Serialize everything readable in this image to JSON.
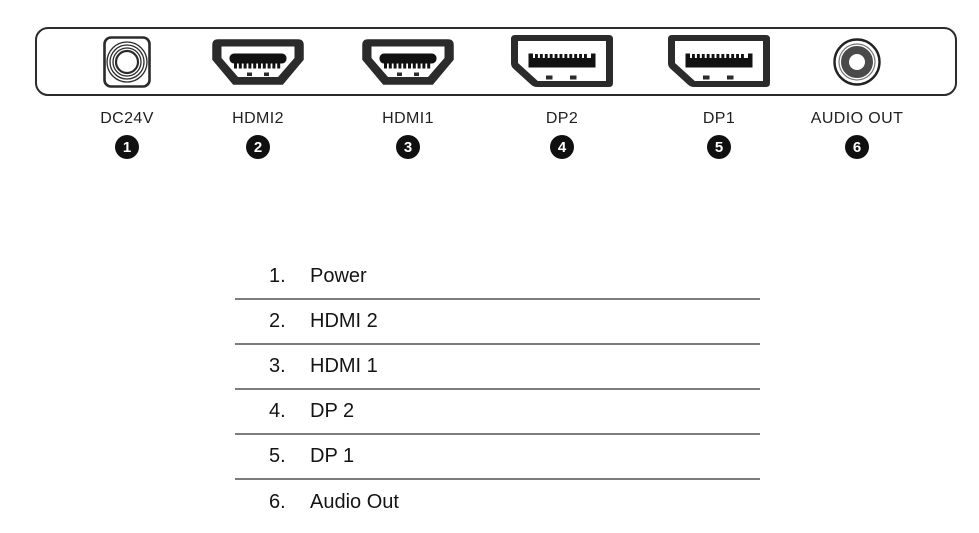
{
  "diagram": {
    "title": "monitor-rear-port-panel",
    "ports": [
      {
        "label": "DC24V",
        "badge": "1",
        "type": "dc-jack"
      },
      {
        "label": "HDMI2",
        "badge": "2",
        "type": "hdmi"
      },
      {
        "label": "HDMI1",
        "badge": "3",
        "type": "hdmi"
      },
      {
        "label": "DP2",
        "badge": "4",
        "type": "displayport"
      },
      {
        "label": "DP1",
        "badge": "5",
        "type": "displayport"
      },
      {
        "label": "AUDIO OUT",
        "badge": "6",
        "type": "audio-jack"
      }
    ],
    "legend": [
      {
        "number": "1.",
        "label": "Power"
      },
      {
        "number": "2.",
        "label": "HDMI 2"
      },
      {
        "number": "3.",
        "label": "HDMI 1"
      },
      {
        "number": "4.",
        "label": "DP 2"
      },
      {
        "number": "5.",
        "label": "DP 1"
      },
      {
        "number": "6.",
        "label": "Audio Out"
      }
    ],
    "colors": {
      "outline": "#2b2b2b",
      "connector_fill": "#111111",
      "legend_divider": "#7d7d7d",
      "badge_bg": "#101010",
      "badge_text": "#ffffff"
    }
  }
}
